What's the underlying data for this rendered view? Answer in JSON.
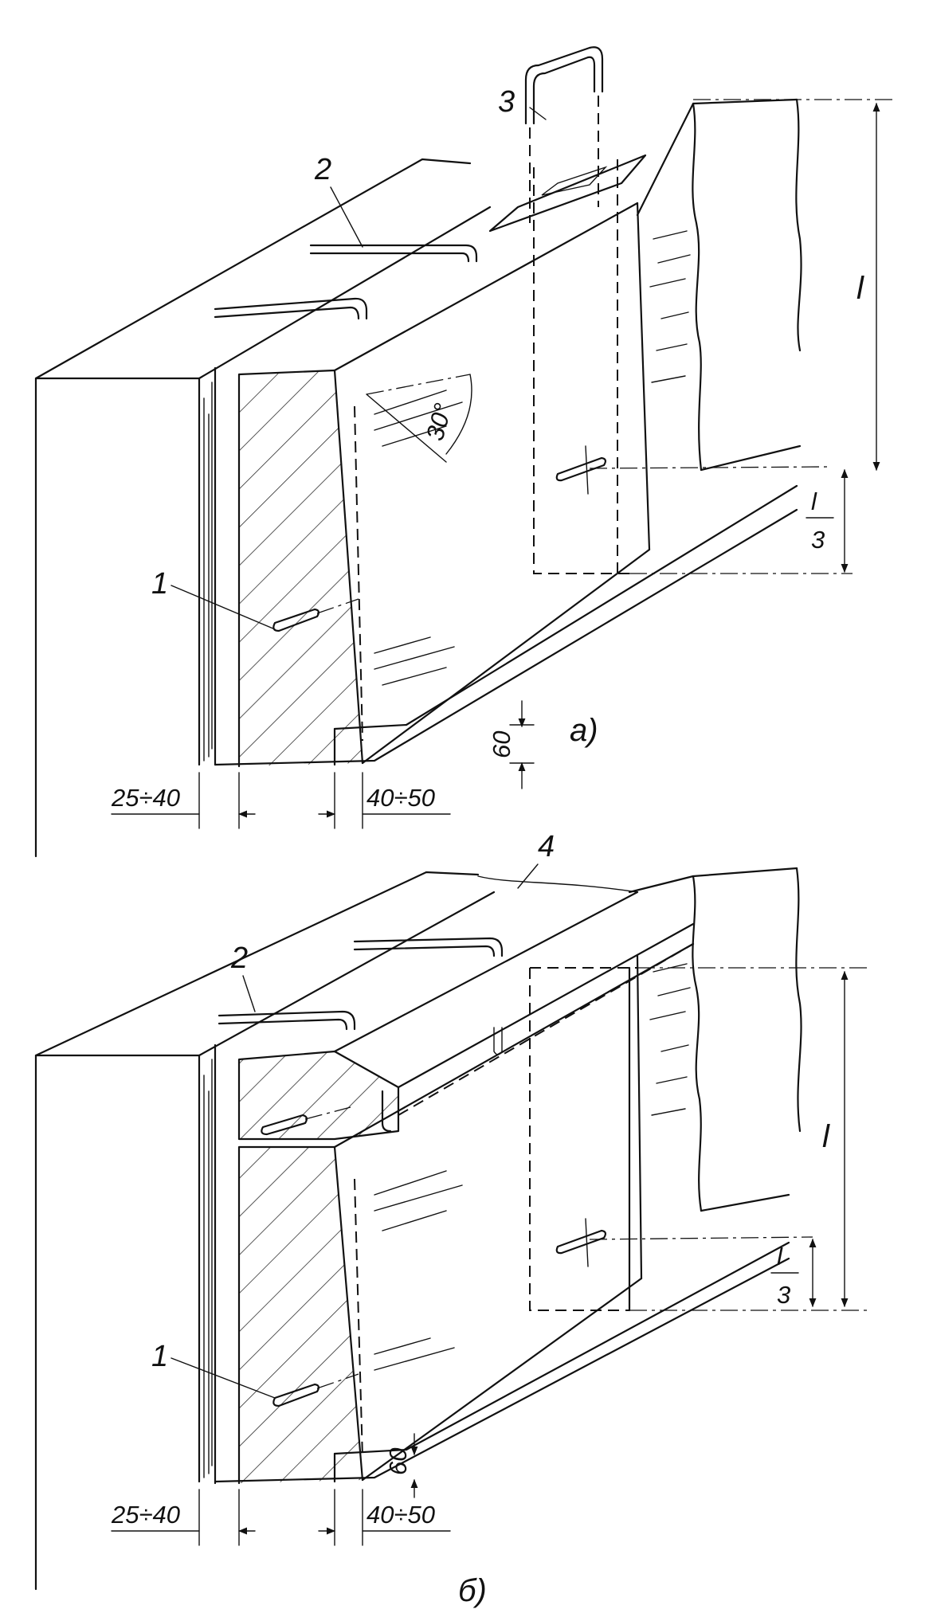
{
  "figure_a": {
    "caption": "а)",
    "callouts": {
      "c1": "1",
      "c2": "2",
      "c3": "3"
    },
    "dimensions": {
      "angle": "30°",
      "height": "l",
      "fraction_num": "l",
      "fraction_den": "3",
      "groove": "60",
      "gap_left": "25÷40",
      "gap_right": "40÷50"
    }
  },
  "figure_b": {
    "caption": "б)",
    "callouts": {
      "c1": "1",
      "c2": "2",
      "c4": "4"
    },
    "dimensions": {
      "height": "l",
      "fraction_num": "l",
      "fraction_den": "3",
      "groove": "60",
      "gap_left": "25÷40",
      "gap_right": "40÷50"
    }
  },
  "colors": {
    "ink": "#111111",
    "paper": "#ffffff"
  }
}
